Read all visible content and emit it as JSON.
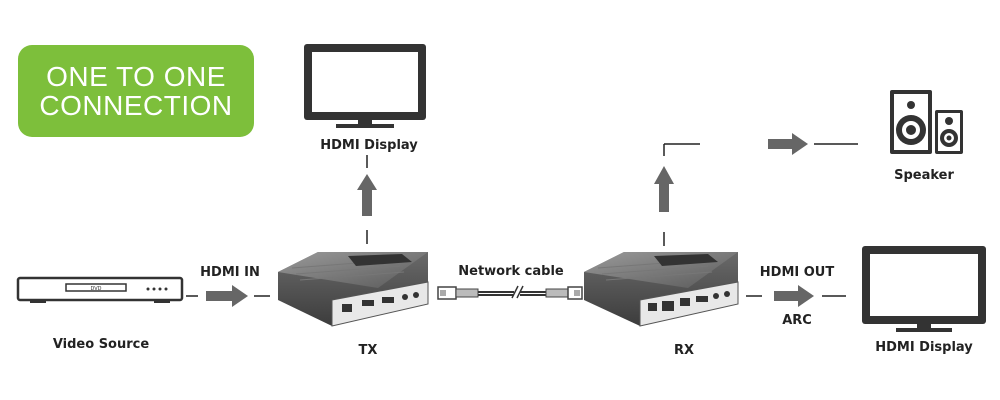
{
  "badge": {
    "line1": "ONE TO ONE",
    "line2": "CONNECTION",
    "color": "#7dbf3b"
  },
  "labels": {
    "hdmi_display_top": "HDMI Display",
    "speaker": "Speaker",
    "hdmi_in": "HDMI IN",
    "network_cable": "Network cable",
    "hdmi_out": "HDMI OUT",
    "arc": "ARC",
    "video_source": "Video Source",
    "tx": "TX",
    "rx": "RX",
    "hdmi_display_right": "HDMI Display"
  },
  "device_text": {
    "dvd": "DVD"
  },
  "colors": {
    "arrow": "#666666",
    "line": "#222222",
    "device": "#555555"
  }
}
